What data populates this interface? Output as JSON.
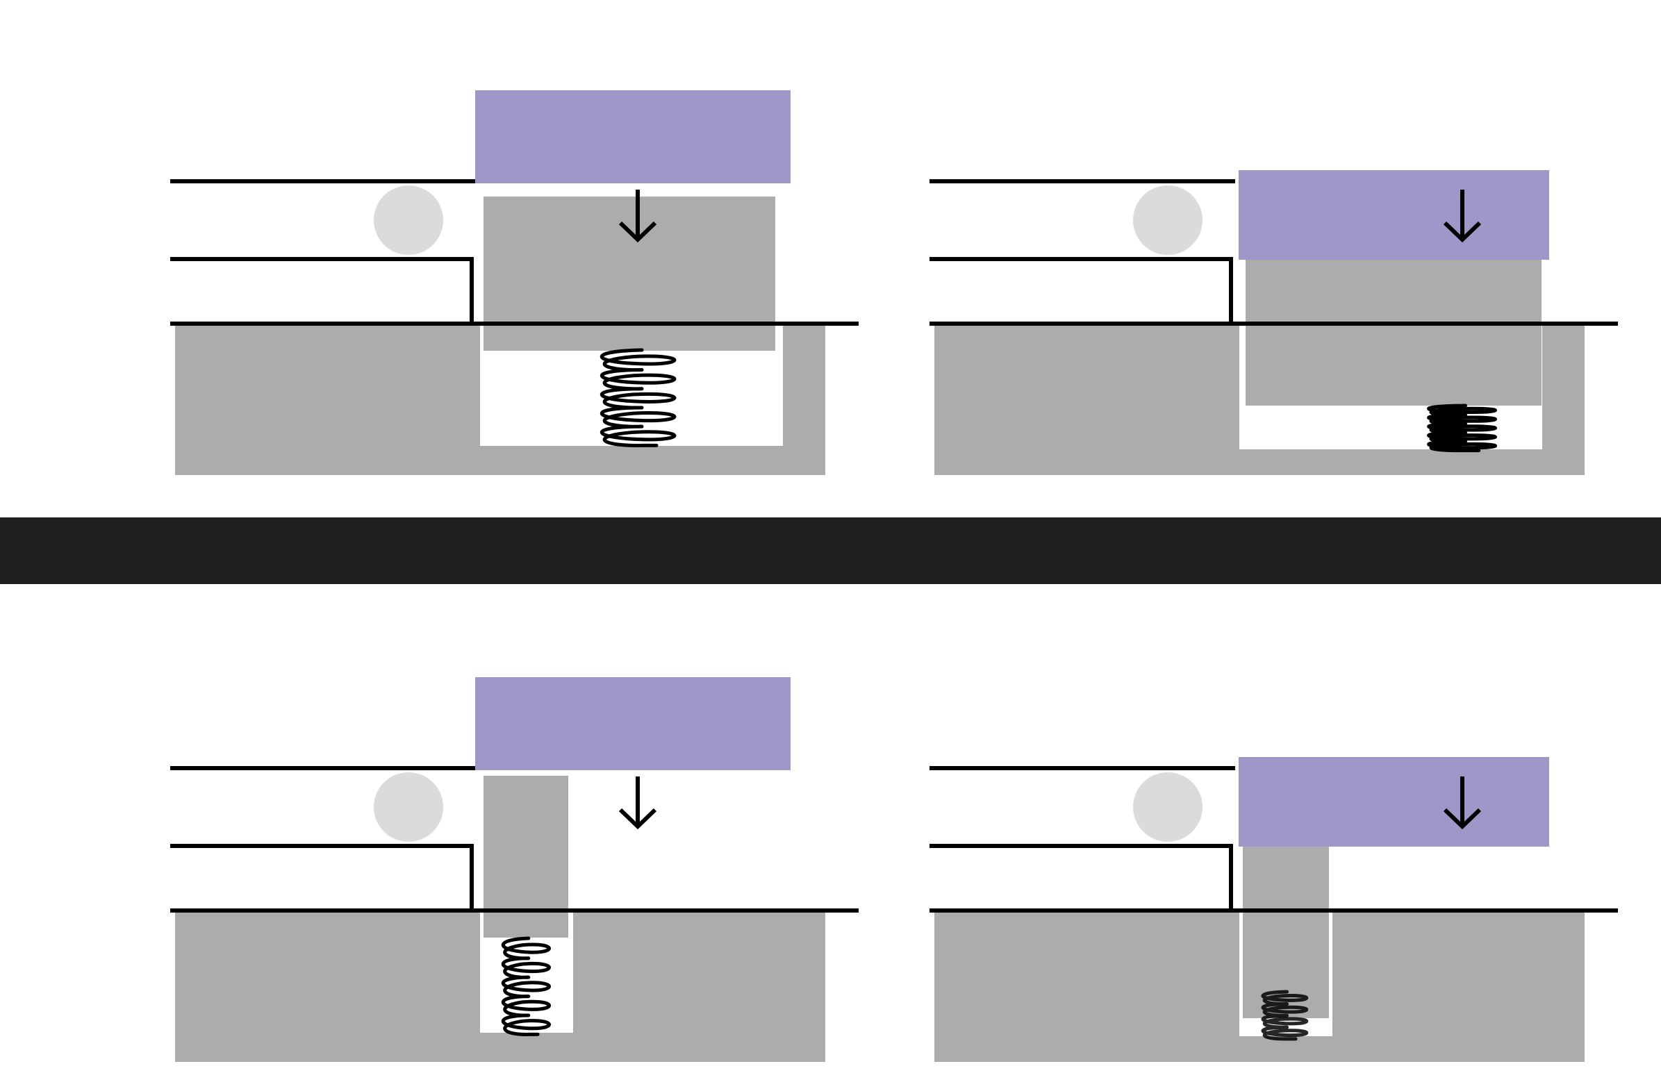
{
  "colors": {
    "background": "#ffffff",
    "housing": "#acacac",
    "pusher": "#9e98c9",
    "ball": "#dbdbdb",
    "line": "#000000",
    "separator": "#202020"
  },
  "panels": [
    {
      "id": "top-left",
      "plunger": "wide",
      "state": "uncompressed"
    },
    {
      "id": "top-right",
      "plunger": "wide",
      "state": "compressed"
    },
    {
      "id": "bottom-left",
      "plunger": "narrow",
      "state": "uncompressed"
    },
    {
      "id": "bottom-right",
      "plunger": "narrow",
      "state": "compressed"
    }
  ],
  "icons": {
    "arrow": "down-arrow-icon",
    "spring": "coil-spring-icon",
    "ball": "ball-icon"
  }
}
